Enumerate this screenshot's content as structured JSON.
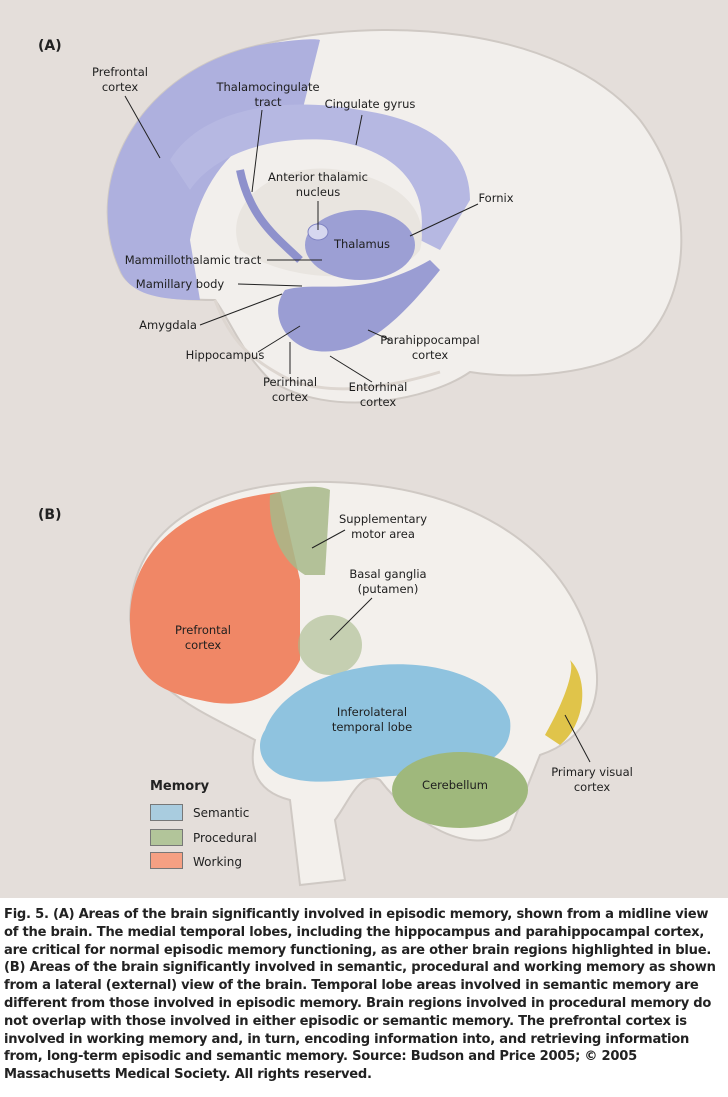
{
  "panel_a": {
    "tag": "(A)",
    "labels": {
      "prefrontal": [
        "Prefrontal",
        "cortex"
      ],
      "thalamocingulate": [
        "Thalamocingulate",
        "tract"
      ],
      "cingulate": "Cingulate gyrus",
      "anterior_thalamic": [
        "Anterior thalamic",
        "nucleus"
      ],
      "fornix": "Fornix",
      "thalamus": "Thalamus",
      "mammillothalamic": "Mammillothalamic tract",
      "mamillary": "Mamillary body",
      "amygdala": "Amygdala",
      "hippocampus": "Hippocampus",
      "parahippocampal": [
        "Parahippocampal",
        "cortex"
      ],
      "perirhinal": [
        "Perirhinal",
        "cortex"
      ],
      "entorhinal": [
        "Entorhinal",
        "cortex"
      ]
    }
  },
  "panel_b": {
    "tag": "(B)",
    "labels": {
      "supplementary": [
        "Supplementary",
        "motor area"
      ],
      "basal": [
        "Basal ganglia",
        "(putamen)"
      ],
      "prefrontal": [
        "Prefrontal",
        "cortex"
      ],
      "inferolateral": [
        "Inferolateral",
        "temporal lobe"
      ],
      "cerebellum": "Cerebellum",
      "visual": [
        "Primary visual",
        "cortex"
      ]
    },
    "legend": {
      "title": "Memory",
      "items": [
        {
          "label": "Semantic",
          "color": "#a9ccdf"
        },
        {
          "label": "Procedural",
          "color": "#b2c59a"
        },
        {
          "label": "Working",
          "color": "#f5a083"
        }
      ]
    }
  },
  "colors": {
    "episodic": "#a9acdc",
    "semantic": "#8fc3df",
    "procedural": "#9fb87c",
    "working": "#f08766",
    "visual": "#e0c44a"
  },
  "caption": "Fig. 5. (A) Areas of the brain significantly involved in episodic memory, shown from a midline view of the brain. The medial temporal lobes, including the hippocampus and parahippocampal cortex, are critical for normal episodic memory functioning, as are other brain regions highlighted in blue. (B) Areas of the brain significantly involved in semantic, procedural and working memory as shown from a lateral (external) view of the brain. Temporal lobe areas involved in semantic memory are different from those involved in episodic memory. Brain regions involved in procedural memory do not overlap with those involved in either episodic or semantic memory. The prefrontal cortex is involved in working memory and, in turn, encoding information into, and retrieving information from, long-term episodic and semantic memory. Source: Budson and Price 2005; © 2005 Massachusetts Medical Society. All rights reserved."
}
